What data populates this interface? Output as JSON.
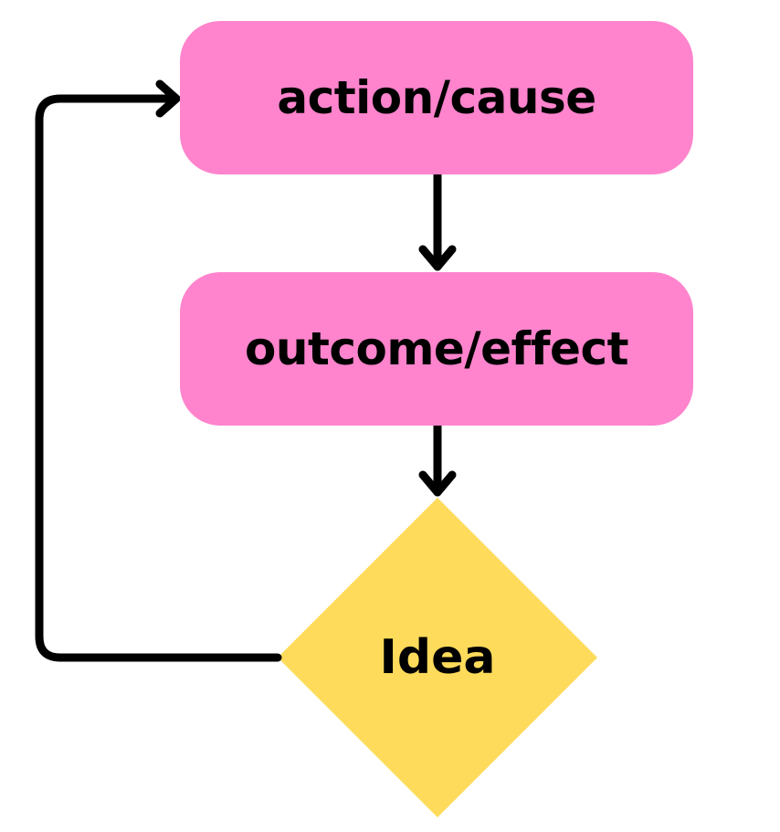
{
  "nodes": {
    "action": {
      "label": "action/cause",
      "color": "#FF84CD"
    },
    "outcome": {
      "label": "outcome/effect",
      "color": "#FF84CD"
    },
    "idea": {
      "label": "Idea",
      "color": "#FEDB5A"
    }
  },
  "edges": [
    {
      "from": "action",
      "to": "outcome"
    },
    {
      "from": "outcome",
      "to": "idea"
    },
    {
      "from": "idea",
      "to": "action"
    }
  ],
  "line_color": "#000000"
}
